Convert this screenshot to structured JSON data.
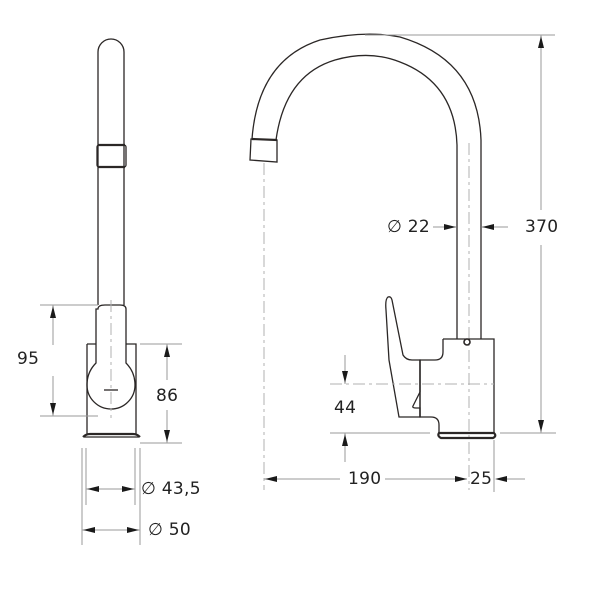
{
  "drawing": {
    "subject": "Single-lever kitchen faucet, technical dimension drawing",
    "views": [
      "front-view",
      "side-view"
    ],
    "colors": {
      "outline": "#2b2726",
      "dimension_line": "#9a9a9a",
      "background": "#ffffff"
    }
  },
  "front_view": {
    "dimensions": {
      "body_height": "95",
      "base_height": "86",
      "inner_diameter": "∅ 43,5",
      "outer_diameter": "∅ 50"
    }
  },
  "side_view": {
    "dimensions": {
      "spout_diameter": "∅ 22",
      "total_height": "370",
      "lever_height": "44",
      "reach": "190",
      "base_offset": "25"
    }
  }
}
